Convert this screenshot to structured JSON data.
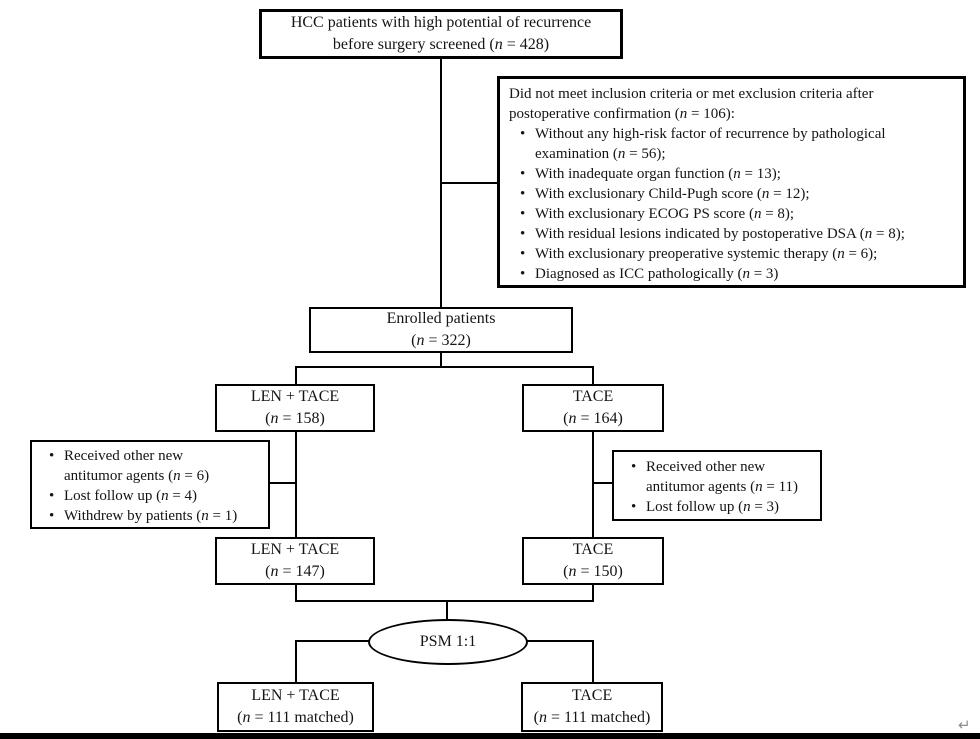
{
  "diagram": {
    "screened_box": {
      "line1": "HCC patients with high potential of recurrence",
      "line2": "before surgery screened (n = 428)"
    },
    "exclusion_box": {
      "heading_line1": "Did not meet inclusion criteria or met exclusion criteria after",
      "heading_line2": "postoperative confirmation (n = 106):",
      "bullets": [
        [
          "Without any high-risk factor of recurrence by pathological",
          "examination (n = 56);"
        ],
        [
          "With inadequate organ function (n = 13);"
        ],
        [
          "With exclusionary Child-Pugh score (n = 12);"
        ],
        [
          "With exclusionary ECOG PS score (n = 8);"
        ],
        [
          "With residual lesions indicated by postoperative DSA (n = 8);"
        ],
        [
          "With exclusionary preoperative systemic therapy (n = 6);"
        ],
        [
          "Diagnosed as ICC pathologically (n = 3)"
        ]
      ]
    },
    "enrolled_box": {
      "line1": "Enrolled patients",
      "line2": "(n = 322)"
    },
    "len_tace_initial": {
      "line1": "LEN + TACE",
      "line2": "(n = 158)"
    },
    "tace_initial": {
      "line1": "TACE",
      "line2": "(n = 164)"
    },
    "len_tace_dropout_box": {
      "bullets": [
        [
          "Received other new",
          "antitumor agents (n = 6)"
        ],
        [
          "Lost follow up (n = 4)"
        ],
        [
          "Withdrew by patients (n = 1)"
        ]
      ]
    },
    "tace_dropout_box": {
      "bullets": [
        [
          "Received other new",
          "antitumor agents (n = 11)"
        ],
        [
          "Lost follow up (n = 3)"
        ]
      ]
    },
    "len_tace_completed": {
      "line1": "LEN + TACE",
      "line2": "(n = 147)"
    },
    "tace_completed": {
      "line1": "TACE",
      "line2": "(n = 150)"
    },
    "psm_node": {
      "label": "PSM 1:1"
    },
    "len_tace_matched": {
      "line1": "LEN + TACE",
      "line2": "(n = 111 matched)"
    },
    "tace_matched": {
      "line1": "TACE",
      "line2": "(n = 111 matched)"
    },
    "page_artifact": {
      "return_mark": "↵"
    }
  },
  "colors": {
    "line": "#000000",
    "text": "#141414",
    "background": "#ffffff",
    "return_mark": "#8c8c8c"
  }
}
